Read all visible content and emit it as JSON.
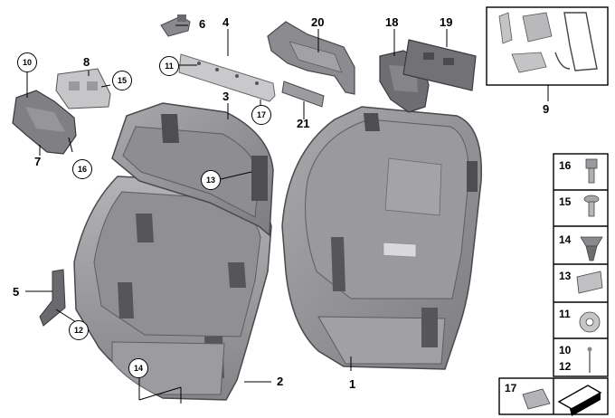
{
  "callouts": {
    "c1": "1",
    "c2": "2",
    "c3": "3",
    "c4": "4",
    "c5": "5",
    "c6": "6",
    "c7": "7",
    "c8": "8",
    "c9": "9",
    "c10": "10",
    "c11": "11",
    "c12": "12",
    "c13": "13",
    "c14": "14",
    "c15": "15",
    "c16": "16",
    "c17": "17",
    "c18": "18",
    "c19": "19",
    "c20": "20",
    "c21": "21"
  },
  "legend": {
    "r16": "16",
    "r15": "15",
    "r14": "14",
    "r13": "13",
    "r11": "11",
    "r10": "10",
    "r12": "12",
    "r17": "17"
  },
  "colors": {
    "part_fill": "#8f8f92",
    "part_dark": "#6c6c70",
    "part_light": "#b9b9bc",
    "line": "#000000"
  }
}
